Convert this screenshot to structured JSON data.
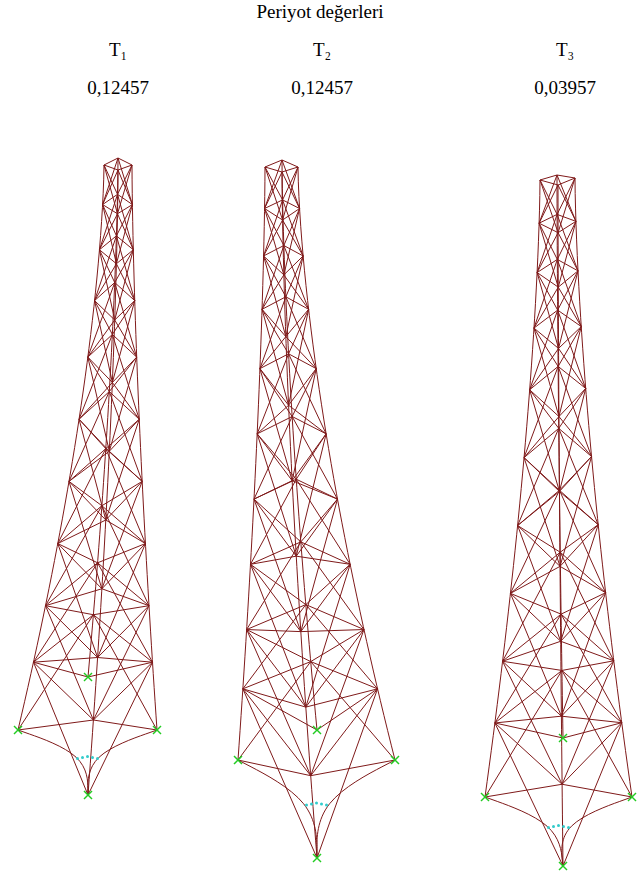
{
  "diagram": {
    "title": "Periyot değerleri",
    "labels": [
      "T₁",
      "0,12457",
      "T₂",
      "0,12457",
      "T₃",
      "0,03957"
    ]
  }
}
